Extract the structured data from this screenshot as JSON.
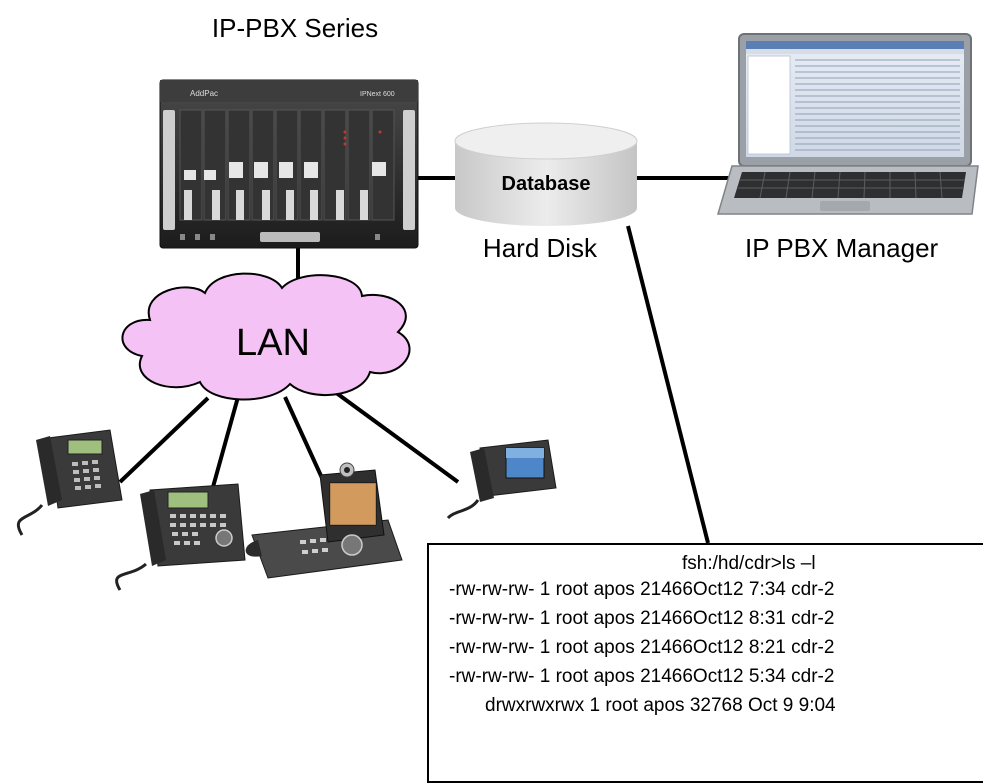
{
  "title": "IP-PBX Series",
  "database_label": "Database",
  "hard_disk_label": "Hard Disk",
  "manager_label": "IP PBX Manager",
  "lan_label": "LAN",
  "pbx_brand": "AddPac",
  "pbx_model": "IPNext 600",
  "terminal": {
    "command": "fsh:/hd/cdr>ls –l",
    "lines": [
      "-rw-rw-rw- 1 root apos 21466Oct12 7:34 cdr-2",
      "-rw-rw-rw- 1 root apos 21466Oct12 8:31 cdr-2",
      "-rw-rw-rw- 1 root apos 21466Oct12 8:21 cdr-2",
      "-rw-rw-rw- 1 root apos 21466Oct12 5:34 cdr-2",
      "drwxrwxrwx 1 root apos 32768 Oct 9 9:04"
    ]
  },
  "colors": {
    "cloud_fill": "#f5c2f5",
    "database_fill": "#dcdcdc",
    "chassis": "#2b2b2b",
    "lines": "#000000"
  }
}
